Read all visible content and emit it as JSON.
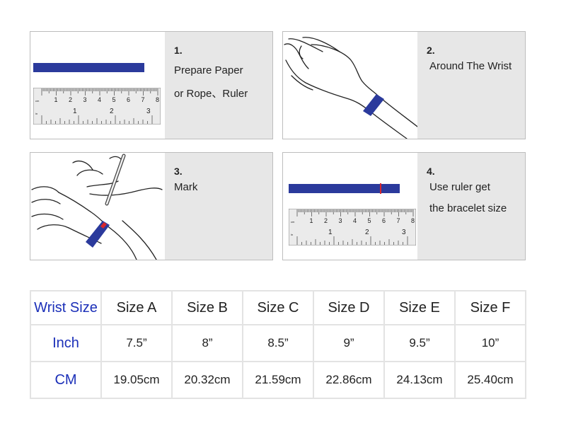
{
  "steps": [
    {
      "number": "1.",
      "lines": [
        "Prepare Paper",
        "or Rope、Ruler"
      ]
    },
    {
      "number": "2.",
      "lines": [
        "Around The Wrist"
      ]
    },
    {
      "number": "3.",
      "lines": [
        "Mark"
      ]
    },
    {
      "number": "4.",
      "lines": [
        "Use ruler get",
        "the bracelet size"
      ]
    }
  ],
  "ruler": {
    "cm_ticks": [
      "1",
      "2",
      "3",
      "4",
      "5",
      "6",
      "7",
      "8"
    ],
    "inch_ticks": [
      "1",
      "2",
      "3"
    ],
    "cm_unit": "cm",
    "inch_unit": "in"
  },
  "table": {
    "header": [
      "Wrist Size",
      "Size A",
      "Size B",
      "Size C",
      "Size D",
      "Size E",
      "Size F"
    ],
    "rows": [
      {
        "label": "Inch",
        "values": [
          "7.5”",
          "8”",
          "8.5”",
          "9”",
          "9.5”",
          "10”"
        ]
      },
      {
        "label": "CM",
        "values": [
          "19.05cm",
          "20.32cm",
          "21.59cm",
          "22.86cm",
          "24.13cm",
          "25.40cm"
        ]
      }
    ]
  },
  "colors": {
    "band": "#2b3a9c",
    "mark": "#d8262b",
    "label_blue": "#1b2fb8",
    "panel_gray": "#e7e7e7"
  }
}
